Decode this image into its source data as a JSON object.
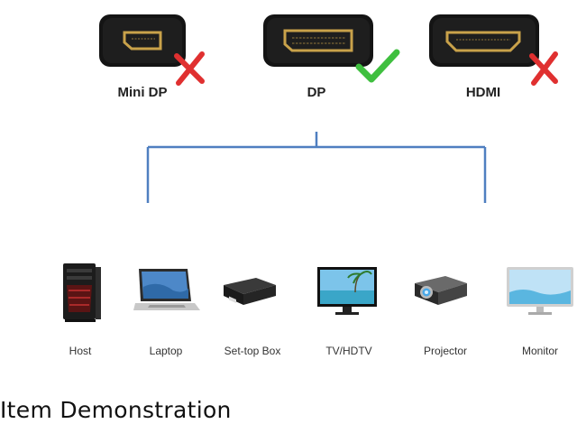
{
  "connectors": [
    {
      "label": "Mini DP",
      "status": "incompatible",
      "status_icon": "red-x-icon"
    },
    {
      "label": "DP",
      "status": "compatible",
      "status_icon": "green-check-icon"
    },
    {
      "label": "HDMI",
      "status": "incompatible",
      "status_icon": "red-x-icon"
    }
  ],
  "devices": [
    {
      "label": "Host",
      "icon": "pc-tower-icon"
    },
    {
      "label": "Laptop",
      "icon": "laptop-icon"
    },
    {
      "label": "Set-top Box",
      "icon": "set-top-box-icon"
    },
    {
      "label": "TV/HDTV",
      "icon": "tv-icon"
    },
    {
      "label": "Projector",
      "icon": "projector-icon"
    },
    {
      "label": "Monitor",
      "icon": "monitor-icon"
    }
  ],
  "caption": "Item Demonstration",
  "colors": {
    "tree_line": "#4f7fc0",
    "port_gold": "#c9a24a",
    "check_green": "#3fbf3f",
    "cross_red": "#e03030"
  }
}
